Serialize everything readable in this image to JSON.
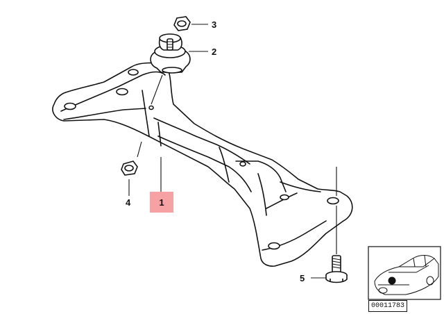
{
  "callouts": {
    "part_1": "1",
    "part_2": "2",
    "part_3": "3",
    "part_4": "4",
    "part_5": "5"
  },
  "thumbnail": {
    "diagram_code": "00011783"
  },
  "colors": {
    "highlight": "#f6a2a4",
    "line": "#111111",
    "background": "#ffffff"
  }
}
